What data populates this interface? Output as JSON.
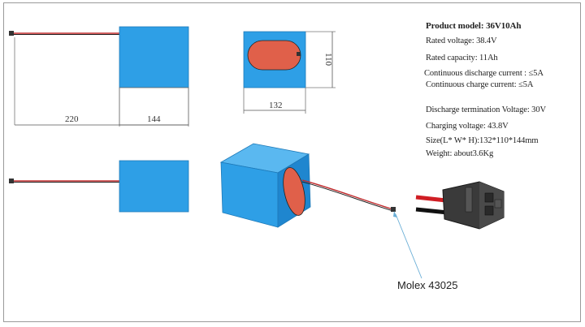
{
  "dimensions": {
    "length_220": "220",
    "length_144": "144",
    "width_132": "132",
    "height_110": "110"
  },
  "specs": {
    "product_model": "Product model: 36V10Ah",
    "rated_voltage": "Rated  voltage:  38.4V",
    "rated_capacity": "Rated  capacity:  11Ah",
    "continuous_discharge": "Continuous  discharge  current :  ≤5A",
    "continuous_charge": "Continuous  charge  current: ≤5A",
    "discharge_termination": "Discharge termination  Voltage: 30V",
    "charging_voltage": "Charging  voltage:  43.8V",
    "size": "Size(L* W* H):132*110*144mm",
    "weight": "Weight:  about3.6Kg"
  },
  "connector": {
    "label": "Molex 43025"
  },
  "colors": {
    "battery_blue": "#2e9fe6",
    "cell_red": "#e0604a",
    "wire_red": "#c0282a"
  }
}
